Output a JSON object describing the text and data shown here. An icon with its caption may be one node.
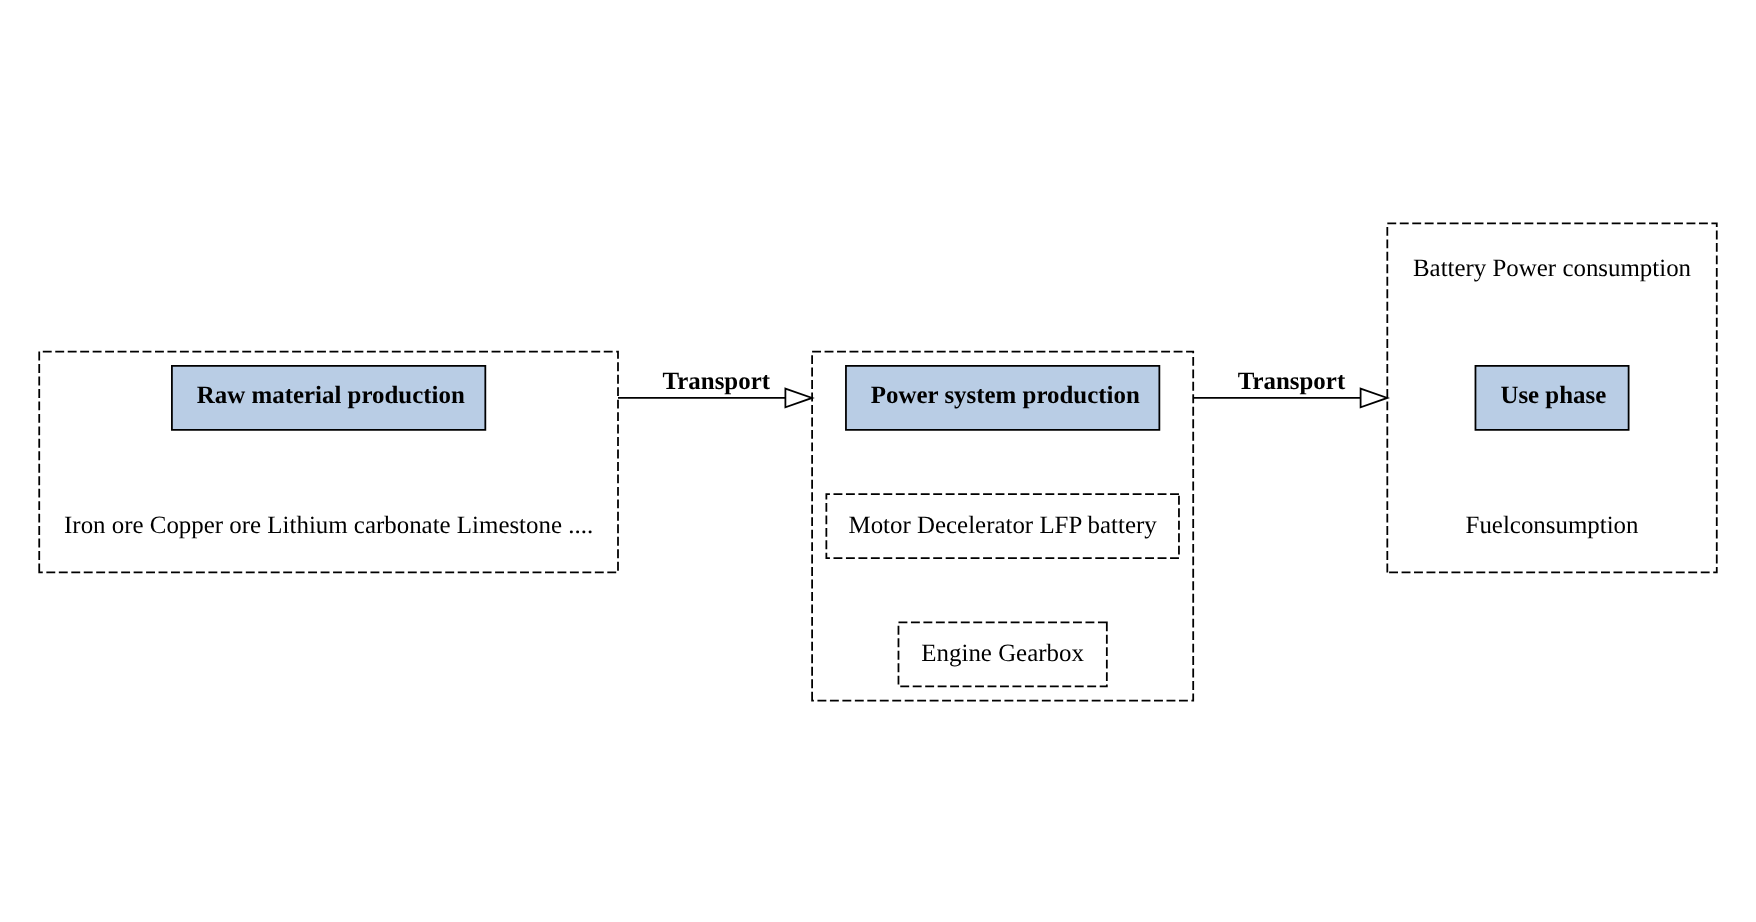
{
  "diagram": {
    "nodes": [
      {
        "text": [
          "Iron ore Copper ore Lithium carbonate Limestone ...."
        ]
      },
      {
        "text": [
          "Raw material production"
        ],
        "in": 0
      },
      {
        "text": [],
        "shape": "box"
      },
      {
        "text": [
          "Power system production"
        ],
        "in": 2
      },
      {
        "text": [
          "Motor Decelerator LFP battery"
        ],
        "in": 2
      },
      {
        "text": [
          "Engine Gearbox"
        ],
        "in": 2
      },
      {
        "text": [
          "Battery Power consumption",
          "Fuelconsumption"
        ]
      },
      {
        "text": [
          "Use phase"
        ],
        "in": 6
      }
    ],
    "edges": [
      {
        "from": 0,
        "to": 2,
        "arrow": "to",
        "label": "Transport"
      },
      {
        "from": 2,
        "to": 6,
        "arrow": "to",
        "label": "Transport"
      }
    ]
  }
}
